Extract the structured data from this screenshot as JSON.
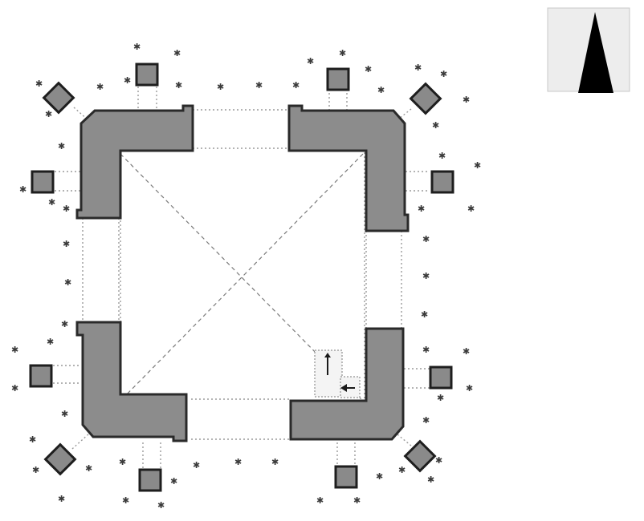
{
  "diagram": {
    "type": "floor-plan",
    "symmetry": "four-fold",
    "corner_wings": [
      "top-left",
      "top-right",
      "bottom-left",
      "bottom-right"
    ],
    "outer_piers_per_corner": 3,
    "courtyard": "open, crossed by two diagonals",
    "stair_position": "bottom-right inner corner",
    "colors": {
      "wall_fill": "#8c8c8c",
      "wall_outline": "#2a2a2a",
      "dotted_lines": "#9a9a9a",
      "north_arrow": "#000000"
    },
    "north_arrow": {
      "icon": "north-arrow-icon",
      "placement": "top-right"
    }
  }
}
